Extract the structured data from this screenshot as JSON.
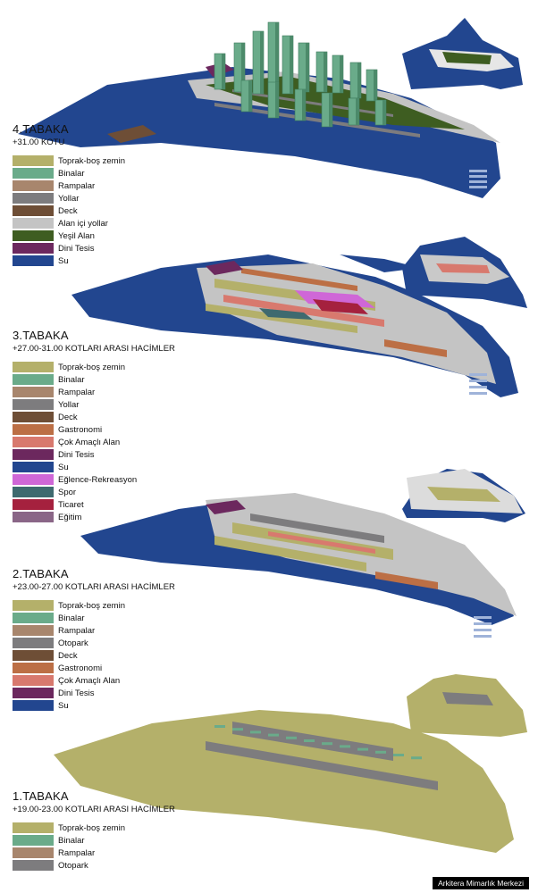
{
  "colors": {
    "water": "#22468f",
    "ground": "#b4b06a",
    "buildings": "#6aab8a",
    "ramps": "#a8866d",
    "roads": "#7d7c7e",
    "deck": "#6e4e36",
    "inner_roads": "#c4c4c4",
    "green": "#3e5d21",
    "religious": "#6c285e",
    "gastronomy": "#bc6f45",
    "multipurpose": "#d8796e",
    "entertainment": "#cf67d7",
    "sports": "#3e6a6f",
    "commerce": "#a5213e",
    "education": "#8a6687",
    "parking": "#7d7c7e"
  },
  "layers": [
    {
      "title": "4.TABAKA",
      "subtitle": "+31.00 KOTU",
      "legend": [
        {
          "label": "Toprak-boş zemin",
          "color": "#b4b06a"
        },
        {
          "label": "Binalar",
          "color": "#6aab8a"
        },
        {
          "label": "Rampalar",
          "color": "#a8866d"
        },
        {
          "label": "Yollar",
          "color": "#7d7c7e"
        },
        {
          "label": "Deck",
          "color": "#6e4e36"
        },
        {
          "label": "Alan içi yollar",
          "color": "#c4c4c4"
        },
        {
          "label": "Yeşil Alan",
          "color": "#3e5d21"
        },
        {
          "label": "Dini Tesis",
          "color": "#6c285e"
        },
        {
          "label": "Su",
          "color": "#22468f"
        }
      ]
    },
    {
      "title": "3.TABAKA",
      "subtitle": "+27.00-31.00  KOTLARI ARASI HACİMLER",
      "legend": [
        {
          "label": "Toprak-boş zemin",
          "color": "#b4b06a"
        },
        {
          "label": "Binalar",
          "color": "#6aab8a"
        },
        {
          "label": "Rampalar",
          "color": "#a8866d"
        },
        {
          "label": "Yollar",
          "color": "#7d7c7e"
        },
        {
          "label": "Deck",
          "color": "#6e4e36"
        },
        {
          "label": "Gastronomi",
          "color": "#bc6f45"
        },
        {
          "label": "Çok Amaçlı Alan",
          "color": "#d8796e"
        },
        {
          "label": "Dini Tesis",
          "color": "#6c285e"
        },
        {
          "label": "Su",
          "color": "#22468f"
        },
        {
          "label": "Eğlence-Rekreasyon",
          "color": "#cf67d7"
        },
        {
          "label": "Spor",
          "color": "#3e6a6f"
        },
        {
          "label": "Ticaret",
          "color": "#a5213e"
        },
        {
          "label": "Eğitim",
          "color": "#8a6687"
        }
      ]
    },
    {
      "title": "2.TABAKA",
      "subtitle": "+23.00-27.00  KOTLARI ARASI HACİMLER",
      "legend": [
        {
          "label": "Toprak-boş zemin",
          "color": "#b4b06a"
        },
        {
          "label": "Binalar",
          "color": "#6aab8a"
        },
        {
          "label": "Rampalar",
          "color": "#a8866d"
        },
        {
          "label": "Otopark",
          "color": "#7d7c7e"
        },
        {
          "label": "Deck",
          "color": "#6e4e36"
        },
        {
          "label": "Gastronomi",
          "color": "#bc6f45"
        },
        {
          "label": "Çok Amaçlı Alan",
          "color": "#d8796e"
        },
        {
          "label": "Dini Tesis",
          "color": "#6c285e"
        },
        {
          "label": "Su",
          "color": "#22468f"
        }
      ]
    },
    {
      "title": "1.TABAKA",
      "subtitle": "+19.00-23.00 KOTLARI ARASI HACİMLER",
      "legend": [
        {
          "label": "Toprak-boş zemin",
          "color": "#b4b06a"
        },
        {
          "label": "Binalar",
          "color": "#6aab8a"
        },
        {
          "label": "Rampalar",
          "color": "#a8866d"
        },
        {
          "label": "Otopark",
          "color": "#7d7c7e"
        }
      ]
    }
  ],
  "credit": "Arkitera Mimarlık Merkezi"
}
